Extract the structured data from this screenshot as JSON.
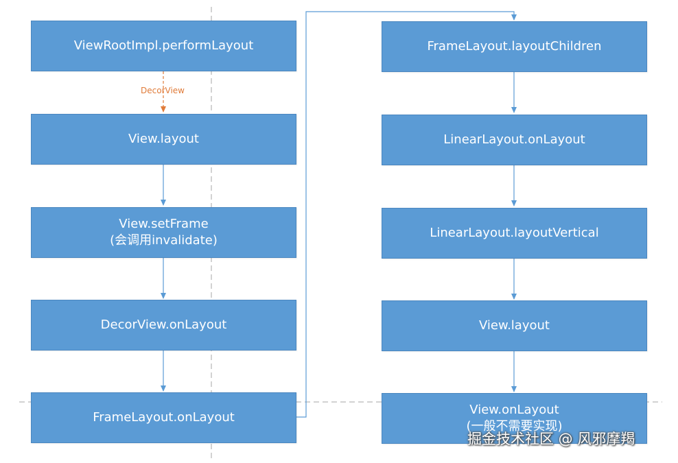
{
  "colors": {
    "node_fill": "#5b9bd5",
    "node_text": "#ffffff",
    "connector": "#5b9bd5",
    "highlight_connector": "#e07b39",
    "guide_line": "#a6a6a6"
  },
  "nodes": {
    "perform_layout": {
      "line1": "ViewRootImpl.performLayout"
    },
    "view_layout": {
      "line1": "View.layout"
    },
    "set_frame": {
      "line1": "View.setFrame",
      "line2": "(会调用invalidate)"
    },
    "decor_on_layout": {
      "line1": "DecorView.onLayout"
    },
    "frame_on_layout": {
      "line1": "FrameLayout.onLayout"
    },
    "frame_layout_children": {
      "line1": "FrameLayout.layoutChildren"
    },
    "linear_on_layout": {
      "line1": "LinearLayout.onLayout"
    },
    "linear_layout_vertical": {
      "line1": "LinearLayout.layoutVertical"
    },
    "view_layout_2": {
      "line1": "View.layout"
    },
    "view_on_layout": {
      "line1": "View.onLayout",
      "line2": "(一般不需要实现)"
    }
  },
  "edge_labels": {
    "decor_view": "DecorView"
  },
  "watermark": {
    "text": "掘金技术社区 @ 风邪摩羯"
  }
}
